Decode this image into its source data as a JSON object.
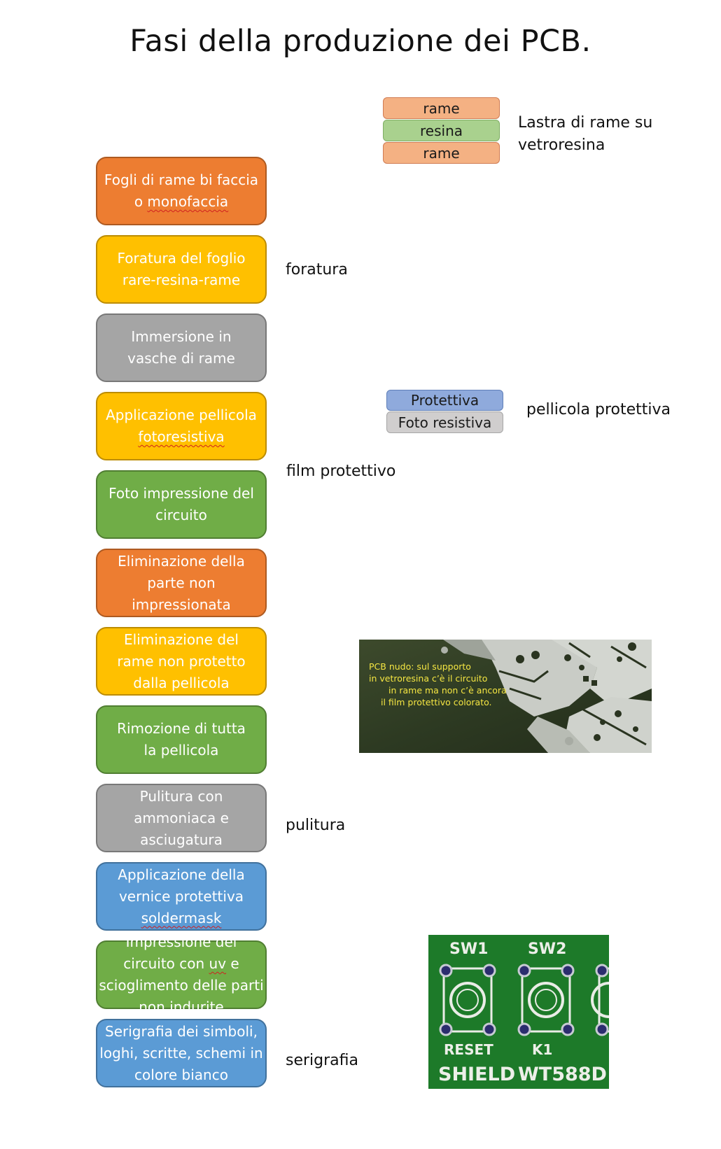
{
  "title": "Fasi della produzione dei PCB.",
  "steps": [
    {
      "text": "Fogli di rame bi faccia o ",
      "mark": "monofaccia",
      "after": "",
      "color": "#ed7d31"
    },
    {
      "text": "Foratura del foglio rare-resina-rame",
      "mark": "",
      "after": "",
      "color": "#ffc000"
    },
    {
      "text": "Immersione in vasche di rame",
      "mark": "",
      "after": "",
      "color": "#a5a5a5"
    },
    {
      "text": "Applicazione pellicola ",
      "mark": "fotoresistiva",
      "after": "",
      "color": "#ffc000"
    },
    {
      "text": "Foto impressione del circuito",
      "mark": "",
      "after": "",
      "color": "#70ad47"
    },
    {
      "text": "Eliminazione della parte non impressionata",
      "mark": "",
      "after": "",
      "color": "#ed7d31"
    },
    {
      "text": "Eliminazione del rame non protetto dalla pellicola",
      "mark": "",
      "after": "",
      "color": "#ffc000"
    },
    {
      "text": "Rimozione di tutta la pellicola",
      "mark": "",
      "after": "",
      "color": "#70ad47"
    },
    {
      "text": "Pulitura con ammoniaca e asciugatura",
      "mark": "",
      "after": "",
      "color": "#a5a5a5"
    },
    {
      "text": "Applicazione della vernice protettiva ",
      "mark": "soldermask",
      "after": "",
      "color": "#5b9bd5"
    },
    {
      "text": "Impressione del circuito con ",
      "mark": "uv",
      "after": " e scioglimento delle parti non indurite",
      "color": "#70ad47"
    },
    {
      "text": "Serigrafia dei simboli, loghi, scritte, schemi in colore bianco",
      "mark": "",
      "after": "",
      "color": "#5b9bd5"
    }
  ],
  "notes": {
    "foratura": "foratura",
    "film": "film protettivo",
    "pulitura": "pulitura",
    "serigrafia": "serigrafia",
    "lastra_line1": "Lastra di rame su",
    "lastra_line2": "vetroresina",
    "pellicola": "pellicola protettiva"
  },
  "layers": {
    "rame_top": "rame",
    "resina": "resina",
    "rame_bottom": "rame",
    "protettiva": "Protettiva",
    "foto_resistiva": "Foto resistiva"
  },
  "photo1": {
    "caption1": "PCB nudo: sul supporto",
    "caption2": "in vetroresina c’è il circuito",
    "caption3": "in rame ma non c’è ancora",
    "caption4": "il film protettivo colorato."
  },
  "photo2": {
    "sw1": "SW1",
    "sw2": "SW2",
    "reset": "RESET",
    "k1": "K1",
    "shield": "SHIELD",
    "model": "WT588D"
  }
}
